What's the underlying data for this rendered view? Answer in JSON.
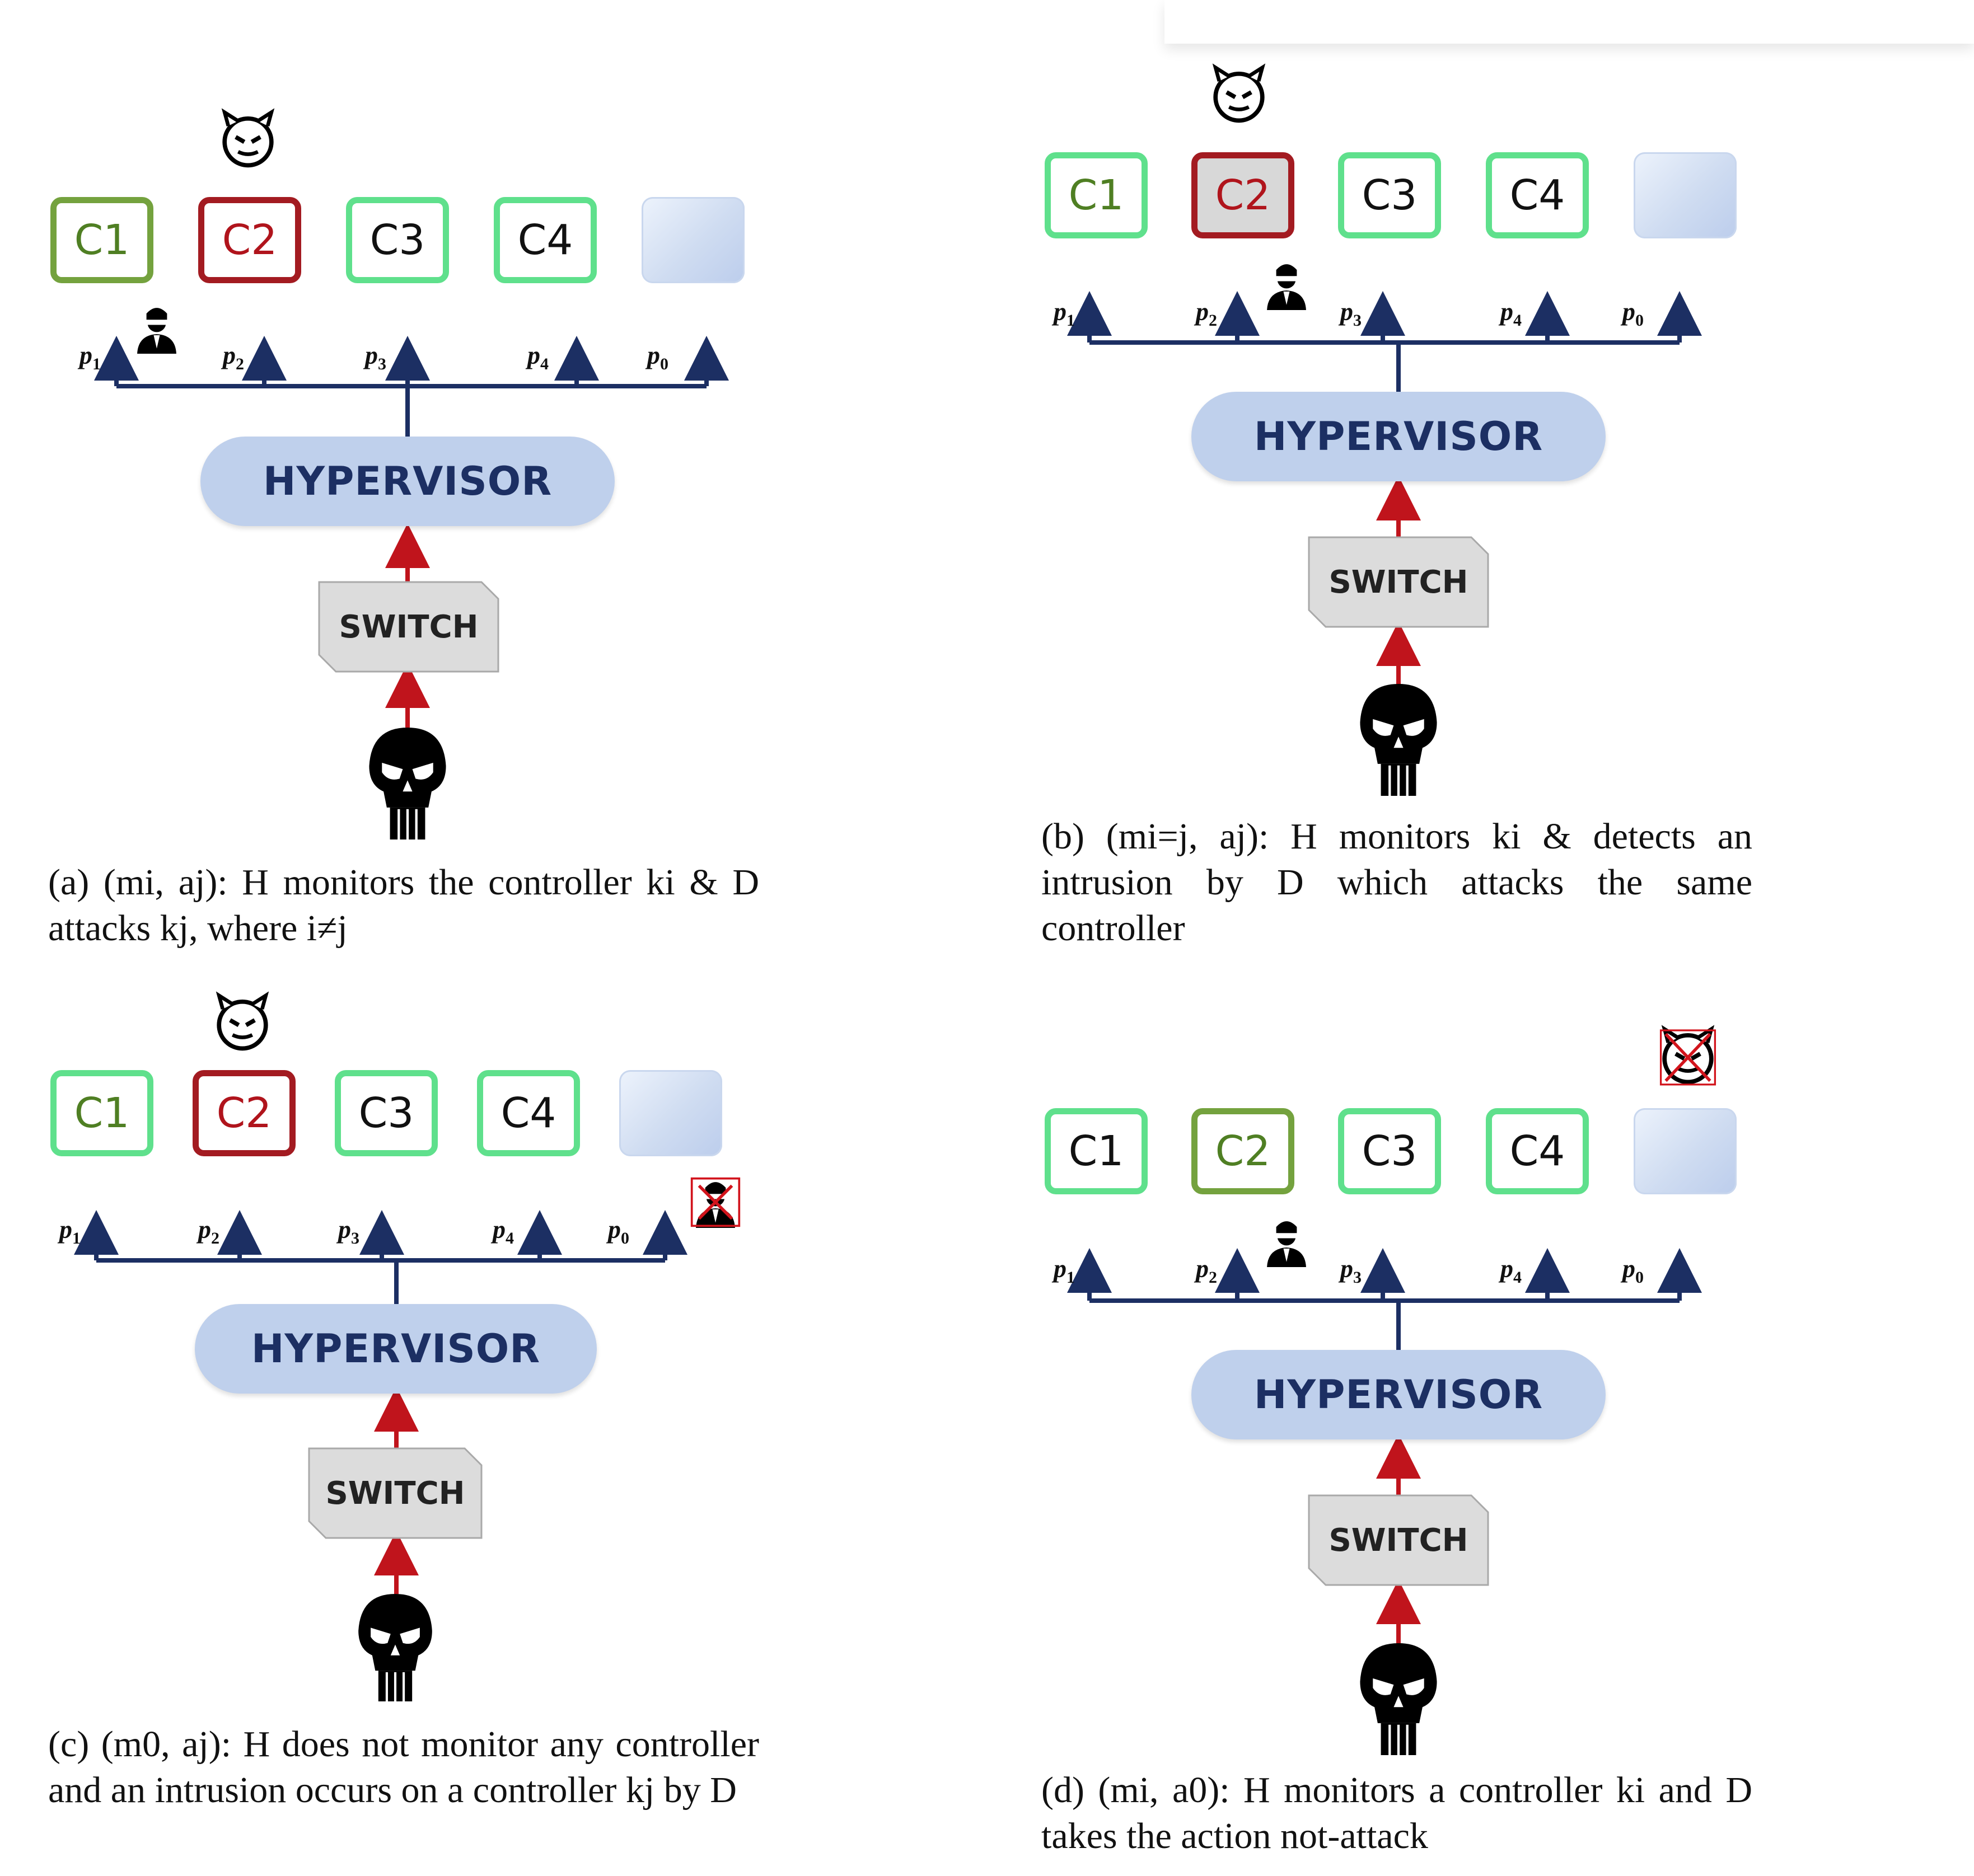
{
  "panels": {
    "a": {
      "controllers": [
        "C1",
        "C2",
        "C3",
        "C4"
      ],
      "ports": [
        "p",
        "p",
        "p",
        "p",
        "p"
      ],
      "port_subs": [
        "1",
        "2",
        "3",
        "4",
        "0"
      ],
      "hypervisor": "HYPERVISOR",
      "switch": "SWITCH",
      "caption": "(a) (mi, aj): H monitors the controller ki & D attacks kj, where i≠j"
    },
    "b": {
      "controllers": [
        "C1",
        "C2",
        "C3",
        "C4"
      ],
      "ports": [
        "p",
        "p",
        "p",
        "p",
        "p"
      ],
      "port_subs": [
        "1",
        "2",
        "3",
        "4",
        "0"
      ],
      "hypervisor": "HYPERVISOR",
      "switch": "SWITCH",
      "caption": "(b) (mi=j, aj): H monitors ki & detects an intrusion by D which attacks the same controller"
    },
    "c": {
      "controllers": [
        "C1",
        "C2",
        "C3",
        "C4"
      ],
      "ports": [
        "p",
        "p",
        "p",
        "p",
        "p"
      ],
      "port_subs": [
        "1",
        "2",
        "3",
        "4",
        "0"
      ],
      "hypervisor": "HYPERVISOR",
      "switch": "SWITCH",
      "caption": "(c) (m0, aj): H does not monitor any controller and an intrusion occurs on a controller kj by D"
    },
    "d": {
      "controllers": [
        "C1",
        "C2",
        "C3",
        "C4"
      ],
      "ports": [
        "p",
        "p",
        "p",
        "p",
        "p"
      ],
      "port_subs": [
        "1",
        "2",
        "3",
        "4",
        "0"
      ],
      "hypervisor": "HYPERVISOR",
      "switch": "SWITCH",
      "caption": "(d) (mi, a0): H monitors a controller ki and D takes the action not-attack"
    }
  },
  "icons": {
    "attacker": "devil-face-icon",
    "attacker_inactive": "crossed-devil-face-icon",
    "monitor": "agent-icon",
    "monitor_inactive": "crossed-agent-icon",
    "source": "skull-icon"
  },
  "colors": {
    "monitored_border": "#74a23e",
    "attacked_border": "#a31b21",
    "normal_border": "#5fe08c",
    "bus": "#1c2f63",
    "arrow_red": "#c0141c",
    "hypervisor_fill": "#bfd0ec"
  }
}
